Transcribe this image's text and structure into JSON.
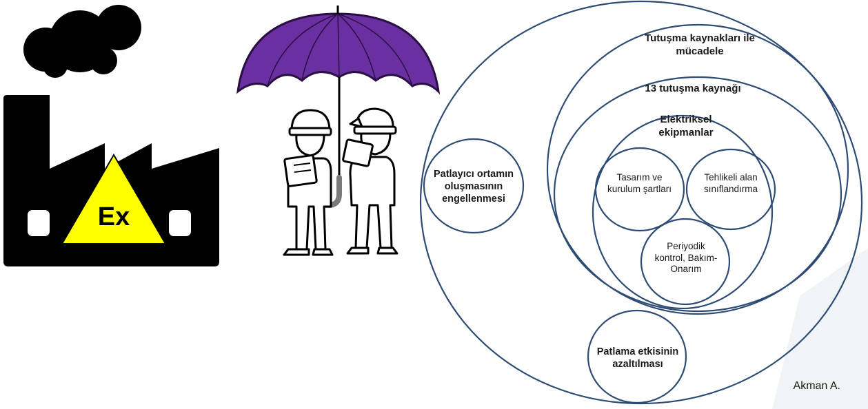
{
  "factory": {
    "sign_text": "Ex",
    "body_color": "#000000",
    "sign_color": "#ffff00"
  },
  "umbrella": {
    "canopy_color": "#6a2fa0",
    "handle_color": "#7a7a7a"
  },
  "diagram": {
    "ring_color": "#2d4b73",
    "outer": {},
    "ignition_sources": "Tutuşma kaynakları ile mücadele",
    "thirteen_sources": "13 tutuşma kaynağı",
    "electrical_equipment": "Elektriksel ekipmanlar",
    "design_installation": "Tasarım ve kurulum şartları",
    "hazardous_area": "Tehlikeli alan sınıflandırma",
    "periodic_control": "Periyodik kontrol, Bakım-Onarım",
    "prevent_atmosphere": "Patlayıcı ortamın oluşmasının engellenmesi",
    "mitigate_explosion": "Patlama etkisinin azaltılması"
  },
  "credit": "Akman A."
}
